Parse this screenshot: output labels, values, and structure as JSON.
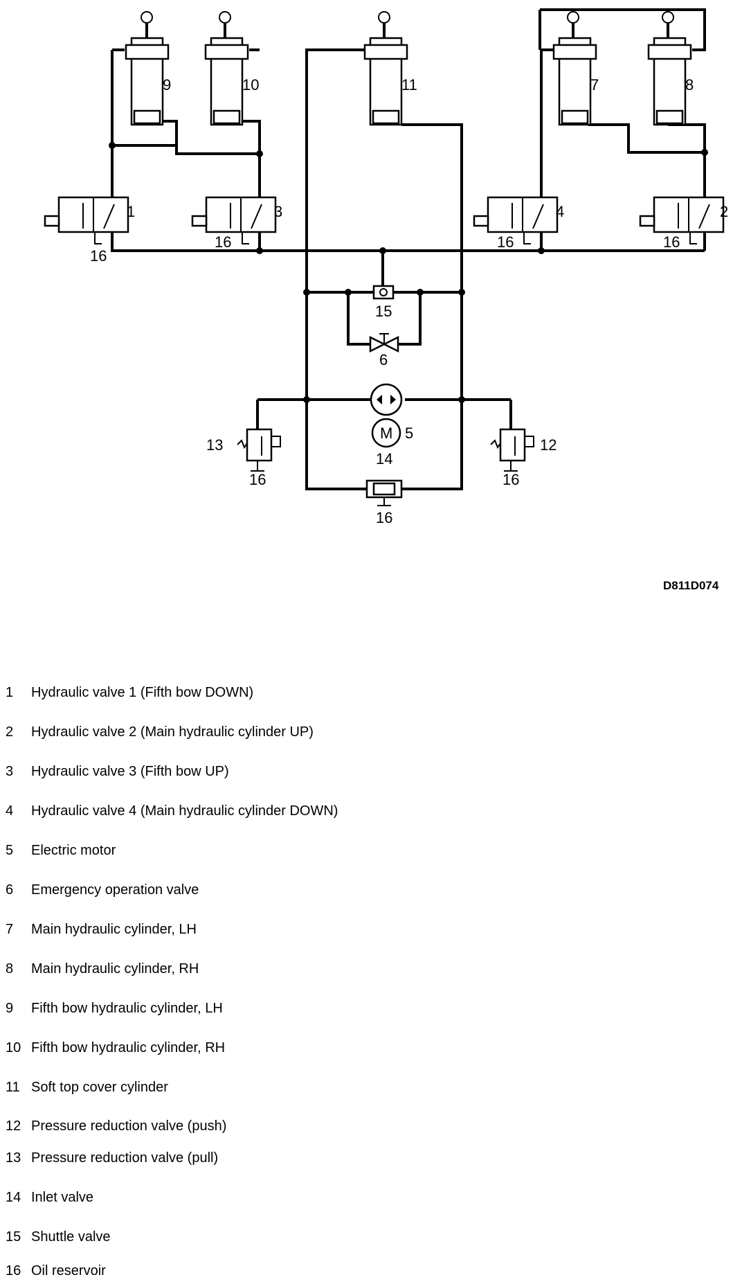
{
  "diagram": {
    "drawing_id": "D811D074",
    "labels": {
      "valve_1": "1",
      "valve_2": "2",
      "valve_3": "3",
      "valve_4": "4",
      "motor": "5",
      "emergency": "6",
      "cyl_7": "7",
      "cyl_8": "8",
      "cyl_9": "9",
      "cyl_10": "10",
      "cyl_11": "11",
      "press_12": "12",
      "press_13": "13",
      "inlet": "14",
      "shuttle": "15",
      "reservoir": "16"
    }
  },
  "legend": [
    {
      "num": "1",
      "text": "Hydraulic valve 1 (Fifth bow DOWN)"
    },
    {
      "num": "2",
      "text": "Hydraulic valve 2 (Main hydraulic cylinder UP)"
    },
    {
      "num": "3",
      "text": "Hydraulic valve 3 (Fifth bow UP)"
    },
    {
      "num": "4",
      "text": "Hydraulic valve 4 (Main hydraulic cylinder DOWN)"
    },
    {
      "num": "5",
      "text": "Electric motor"
    },
    {
      "num": "6",
      "text": "Emergency operation valve"
    },
    {
      "num": "7",
      "text": "Main hydraulic cylinder, LH"
    },
    {
      "num": "8",
      "text": "Main hydraulic cylinder, RH"
    },
    {
      "num": "9",
      "text": "Fifth bow hydraulic cylinder, LH"
    },
    {
      "num": "10",
      "text": "Fifth bow hydraulic cylinder, RH"
    },
    {
      "num": "11",
      "text": "Soft top cover cylinder"
    },
    {
      "num": "12",
      "text": "Pressure reduction valve (push)"
    },
    {
      "num": "13",
      "text": "Pressure reduction valve (pull)"
    },
    {
      "num": "14",
      "text": "Inlet valve"
    },
    {
      "num": "15",
      "text": "Shuttle valve"
    },
    {
      "num": "16",
      "text": "Oil reservoir"
    }
  ]
}
